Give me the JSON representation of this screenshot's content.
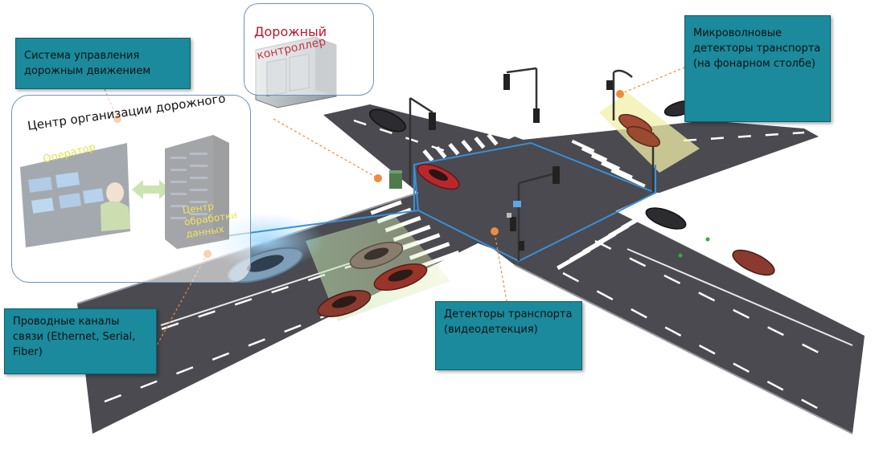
{
  "callouts": {
    "system": "Система управления дорожным движением",
    "wired": "Проводные каналы связи (Ethernet, Serial, Fiber)",
    "video": "Детекторы транспорта (видеодетекция)",
    "micro": "Микроволновые детекторы транспорта (на фонарном столбе)"
  },
  "labels": {
    "center": "Центр организации дорожного",
    "controller": "Дорожный",
    "controller_rotated": "контроллер",
    "operator": "Оператор",
    "data_center": "Центр обработки данных"
  },
  "colors": {
    "callout": "#1a8a9c",
    "road": "#4a4a50",
    "leader": "#f08a3c",
    "zone_blue": "#3a8fd8",
    "red_text": "#c0152a"
  },
  "icons": [
    "server-rack-icon",
    "traffic-controller-cabinet-icon",
    "operator-room-icon",
    "traffic-light-icon",
    "camera-icon",
    "car-icon",
    "lamp-post-icon",
    "double-arrow-icon"
  ]
}
